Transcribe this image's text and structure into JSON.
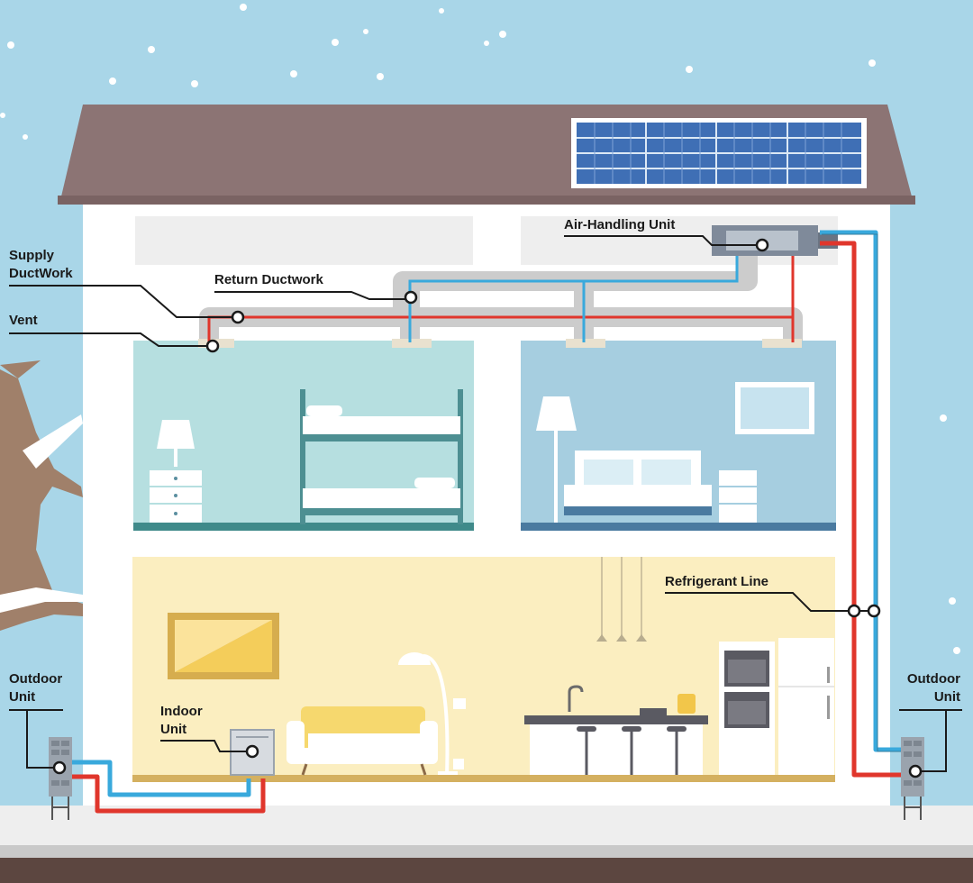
{
  "labels": {
    "supply_ductwork_line1": "Supply",
    "supply_ductwork_line2": "DuctWork",
    "vent": "Vent",
    "return_ductwork": "Return Ductwork",
    "air_handling_unit": "Air-Handling Unit",
    "refrigerant_line": "Refrigerant Line",
    "outdoor_unit_left_line1": "Outdoor",
    "outdoor_unit_left_line2": "Unit",
    "outdoor_unit_right_line1": "Outdoor",
    "outdoor_unit_right_line2": "Unit",
    "indoor_unit_line1": "Indoor",
    "indoor_unit_line2": "Unit"
  },
  "colors": {
    "sky": "#a9d6e8",
    "roof": "#8c7474",
    "solar_panel": "#3f6fb5",
    "wall": "#ffffff",
    "room_kids": "#b6dfe0",
    "room_master": "#a6cee0",
    "living_room": "#fbeec0",
    "duct": "#cccccc",
    "supply_line": "#e0362c",
    "return_line": "#39a9dc",
    "ground": "#5c4640",
    "snow": "#eeeeee"
  }
}
